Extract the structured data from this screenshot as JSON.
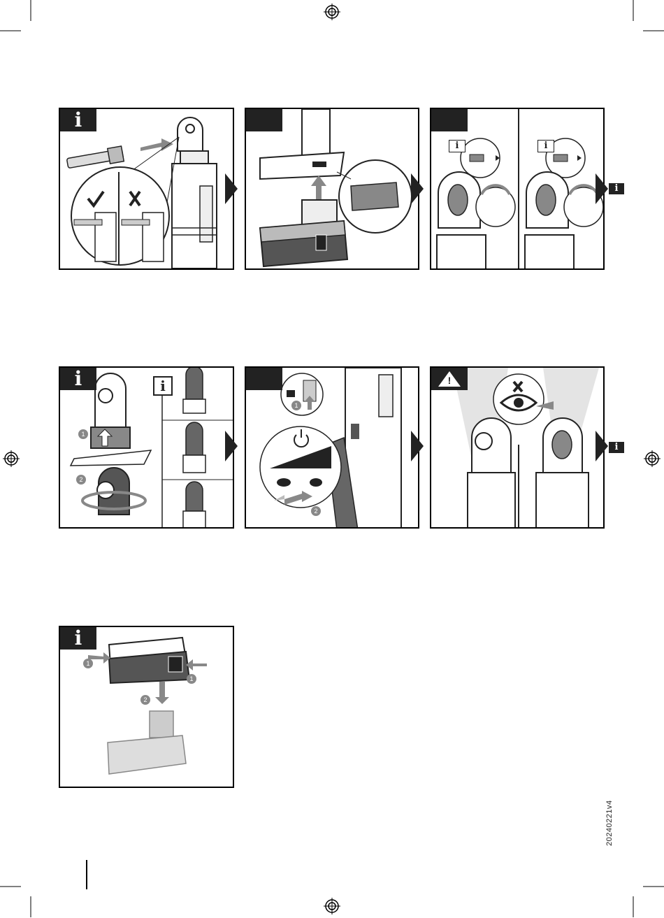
{
  "page": {
    "version_code": "20240221v4",
    "info_symbol": "i",
    "warning_symbol": "!"
  },
  "icons": {
    "info": "info-icon",
    "warning": "warning-triangle-icon",
    "check": "check-icon",
    "cross": "cross-icon",
    "eye": "eye-icon",
    "power": "power-icon",
    "turtle": "slow-speed-turtle-icon",
    "rabbit": "fast-speed-rabbit-icon",
    "lock": "lock-icon",
    "registration": "registration-mark-icon"
  },
  "colors": {
    "ink": "#222222",
    "grey": "#8a8a8a",
    "light_grey": "#c8c8c8"
  },
  "steps": {
    "lock_step": "1",
    "speed_step": "2",
    "head_push_step": "1",
    "head_rotate_step": "2",
    "battery_release_step": "1",
    "battery_release_step_right": "1",
    "battery_pull_step": "2"
  }
}
